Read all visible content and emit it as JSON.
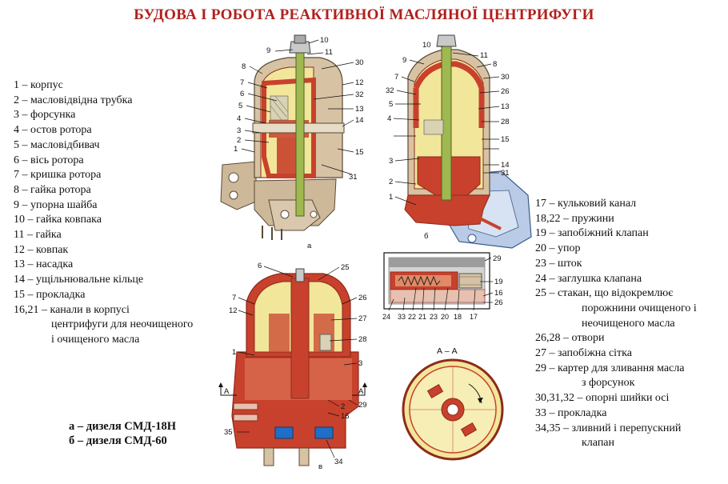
{
  "title": "БУДОВА І РОБОТА РЕАКТИВНОЇ МАСЛЯНОЇ ЦЕНТРИФУГИ",
  "legend_left": [
    "1 – корпус",
    "2 – масловідвідна трубка",
    "3 – форсунка",
    "4 – остов ротора",
    "5 – масловідбивач",
    "6 – вісь ротора",
    "7 – кришка ротора",
    "8 – гайка ротора",
    "9 – упорна шайба",
    "10 – гайка ковпака",
    "11 – гайка",
    "12 – ковпак",
    "13 – насадка",
    "14 – ущільнювальне кільце",
    "15 – прокладка",
    "16,21 – канали в корпусі",
    "центрифуги для неочищеного",
    "і очищеного масла"
  ],
  "legend_right": [
    "17 – кульковий канал",
    "18,22 – пружини",
    "19 – запобіжний клапан",
    "20 – упор",
    "23 – шток",
    "24 – заглушка клапана",
    "25 – стакан, що відокремлює",
    "порожнини очищеного і",
    "неочищеного масла",
    "26,28 – отвори",
    "27 – запобіжна сітка",
    "29 – картер для зливання масла",
    "з форсунок",
    "30,31,32 – опорні шийки осі",
    "33 – прокладка",
    "34,35 – зливний і перепускний",
    "клапан"
  ],
  "variants": [
    "а – дизеля СМД-18Н",
    "б – дизеля СМД-60"
  ],
  "diagram_labels": {
    "a": [
      "10",
      "9",
      "11",
      "8",
      "30",
      "7",
      "12",
      "6",
      "32",
      "5",
      "13",
      "4",
      "14",
      "3",
      "2",
      "1",
      "15",
      "31",
      "а"
    ],
    "b": [
      "10",
      "9",
      "11",
      "8",
      "7",
      "30",
      "32",
      "26",
      "5",
      "13",
      "4",
      "28",
      "15",
      "3",
      "14",
      "31",
      "2",
      "1",
      "б"
    ],
    "valve": [
      "29",
      "19",
      "16",
      "26",
      "24",
      "33",
      "22",
      "21",
      "23",
      "20",
      "18",
      "17"
    ],
    "c": [
      "6",
      "25",
      "7",
      "26",
      "12",
      "27",
      "28",
      "1",
      "3",
      "2",
      "16",
      "29",
      "35",
      "34",
      "А",
      "А",
      "в"
    ],
    "section": [
      "А – А"
    ]
  },
  "colors": {
    "title": "#b0201c",
    "body_red": "#c8412c",
    "body_red_dark": "#8e2a1b",
    "oil_yellow": "#f2e69a",
    "housing_tan": "#cdb89a",
    "housing_tan_dark": "#8d7a5e",
    "valve_blue": "#1f6fc9",
    "sump_blue": "#b9cbe6",
    "gray_outline": "#5a5a5a"
  }
}
